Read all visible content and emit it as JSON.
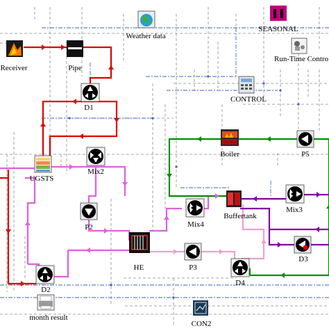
{
  "colors": {
    "red": "#e00000",
    "magenta": "#e060e0",
    "pink": "#f0a0d0",
    "green": "#009000",
    "purple": "#8000a0",
    "info": "#3a63c0",
    "dashed": "#8a8a8a"
  },
  "components": [
    {
      "id": "weather",
      "label": "Weather data",
      "icon": "globe-icon"
    },
    {
      "id": "seasonal",
      "label": "SEASONAL",
      "icon": "calendar-icon"
    },
    {
      "id": "receiver",
      "label": "Receiver",
      "icon": "solar-receiver-icon"
    },
    {
      "id": "pipe",
      "label": "Pipe",
      "icon": "pipe-icon"
    },
    {
      "id": "runtime",
      "label": "Run-Time Contro",
      "icon": "runtime-control-icon"
    },
    {
      "id": "control",
      "label": "CONTROL",
      "icon": "calculator-icon"
    },
    {
      "id": "d1",
      "label": "D1",
      "icon": "diverter-icon"
    },
    {
      "id": "boiler",
      "label": "Boiler",
      "icon": "boiler-icon"
    },
    {
      "id": "p5",
      "label": "P5",
      "icon": "pump-icon"
    },
    {
      "id": "ugsts",
      "label": "UGSTS",
      "icon": "storage-tank-icon"
    },
    {
      "id": "mix2",
      "label": "Mix2",
      "icon": "mixer-icon"
    },
    {
      "id": "mix3",
      "label": "Mix3",
      "icon": "mixer-icon"
    },
    {
      "id": "buffertank",
      "label": "Buffertank",
      "icon": "buffer-tank-icon"
    },
    {
      "id": "p2",
      "label": "P2",
      "icon": "pump-icon"
    },
    {
      "id": "mix4",
      "label": "Mix4",
      "icon": "mixer-icon"
    },
    {
      "id": "he",
      "label": "HE",
      "icon": "heat-exchanger-icon"
    },
    {
      "id": "p3",
      "label": "P3",
      "icon": "pump-icon"
    },
    {
      "id": "d3",
      "label": "D3",
      "icon": "controller-icon"
    },
    {
      "id": "d4",
      "label": "D4",
      "icon": "diverter-icon"
    },
    {
      "id": "d2",
      "label": "D2",
      "icon": "diverter-icon"
    },
    {
      "id": "month",
      "label": "month result",
      "icon": "printer-icon"
    },
    {
      "id": "con2",
      "label": "CON2",
      "icon": "controller-icon"
    }
  ]
}
